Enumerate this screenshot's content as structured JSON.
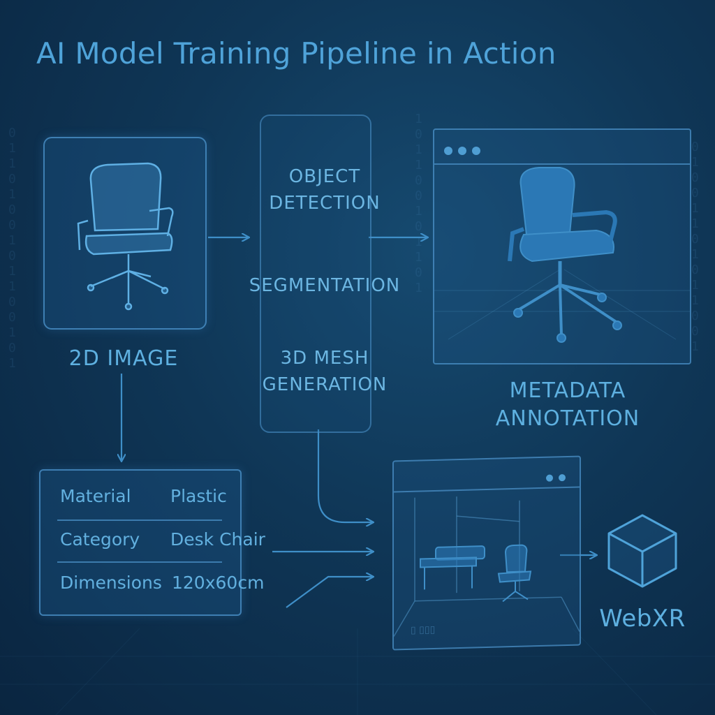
{
  "title": "AI Model Training Pipeline in Action",
  "nodes": {
    "image_label": "2D IMAGE",
    "steps": [
      "OBJECT\nDETECTION",
      "SEGMENTATION",
      "3D MESH\nGENERATION"
    ],
    "metadata_label": "METADATA\nANNOTATION",
    "webxr_label": "WebXR"
  },
  "metadata_table": {
    "rows": [
      {
        "key": "Material",
        "value": "Plastic"
      },
      {
        "key": "Category",
        "value": "Desk Chair"
      },
      {
        "key": "Dimensions",
        "value": "120x60cm"
      }
    ]
  },
  "icons": {
    "chair": "chair-icon",
    "cube": "cube-icon"
  },
  "colors": {
    "accent": "#4fa3d9",
    "background": "#0f3656"
  }
}
